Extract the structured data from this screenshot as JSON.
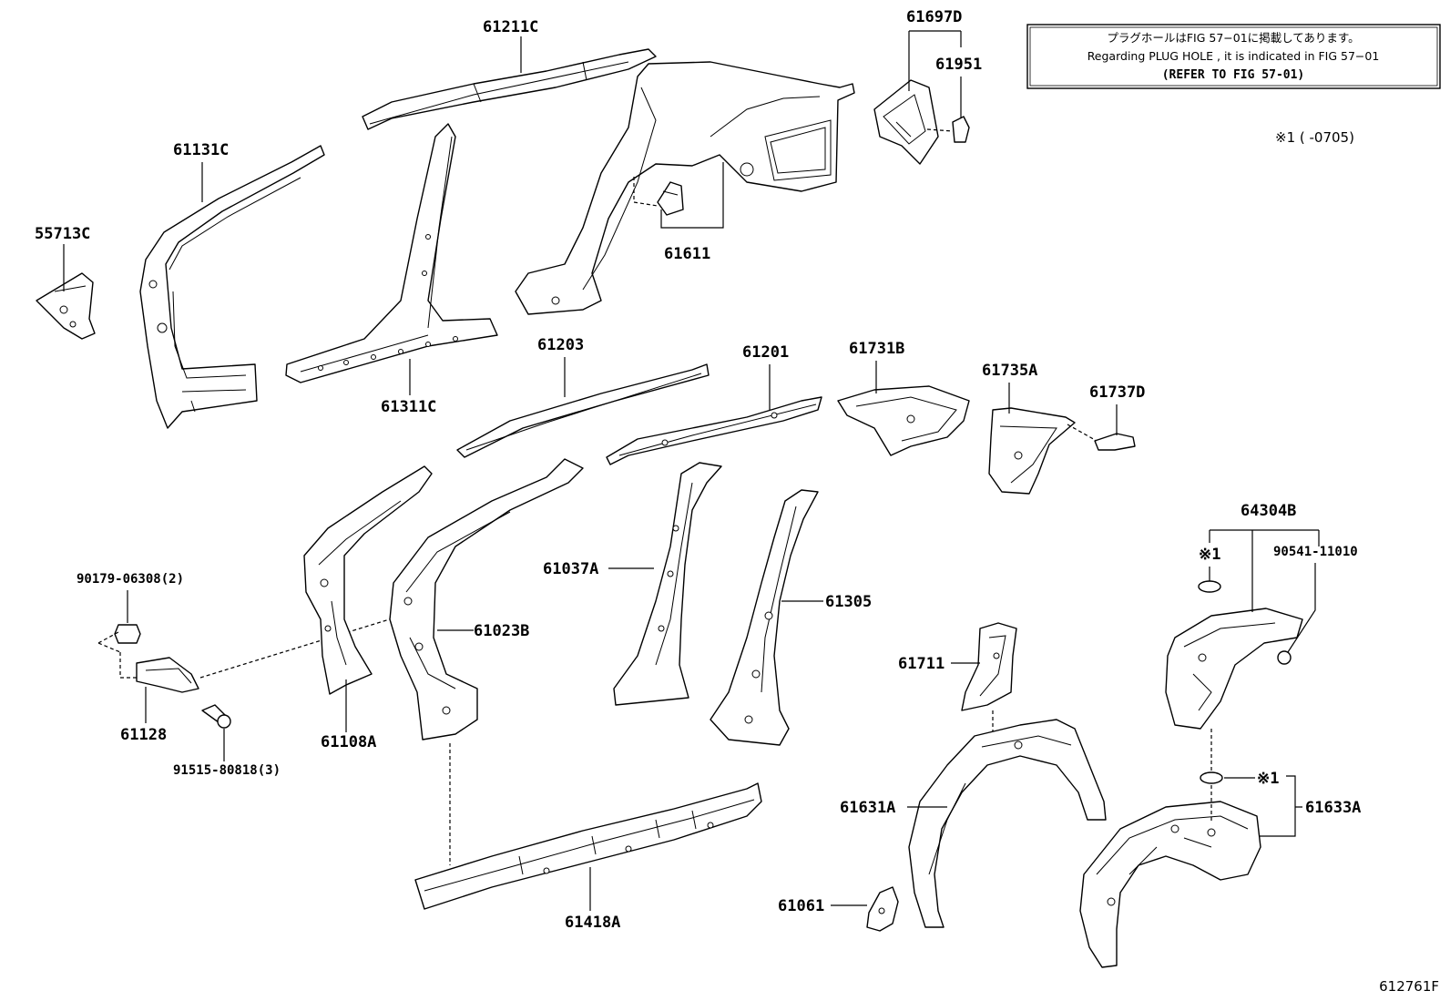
{
  "note": {
    "jp": "プラグホールはFIG 57−01に掲載してあります。",
    "en": "Regarding PLUG HOLE , it is indicated in FIG 57−01",
    "ref": "(REFER TO FIG 57-01)"
  },
  "side_note": "※1 (      -0705)",
  "figure_id": "612761F",
  "labels": {
    "p61211C": "61211C",
    "p61697D": "61697D",
    "p61951": "61951",
    "p61131C": "61131C",
    "p55713C": "55713C",
    "p61611": "61611",
    "p61311C": "61311C",
    "p61203": "61203",
    "p61201": "61201",
    "p61731B": "61731B",
    "p61735A": "61735A",
    "p61737D": "61737D",
    "p64304B": "64304B",
    "mark1_upper": "※1",
    "p90541": "90541-11010",
    "p90179": "90179-06308(2)",
    "p61037A": "61037A",
    "p61305": "61305",
    "p61023B": "61023B",
    "p61711": "61711",
    "p61128": "61128",
    "p61108A": "61108A",
    "p91515": "91515-80818(3)",
    "mark1_lower": "※1",
    "p61631A": "61631A",
    "p61633A": "61633A",
    "p61061": "61061",
    "p61418A": "61418A"
  }
}
